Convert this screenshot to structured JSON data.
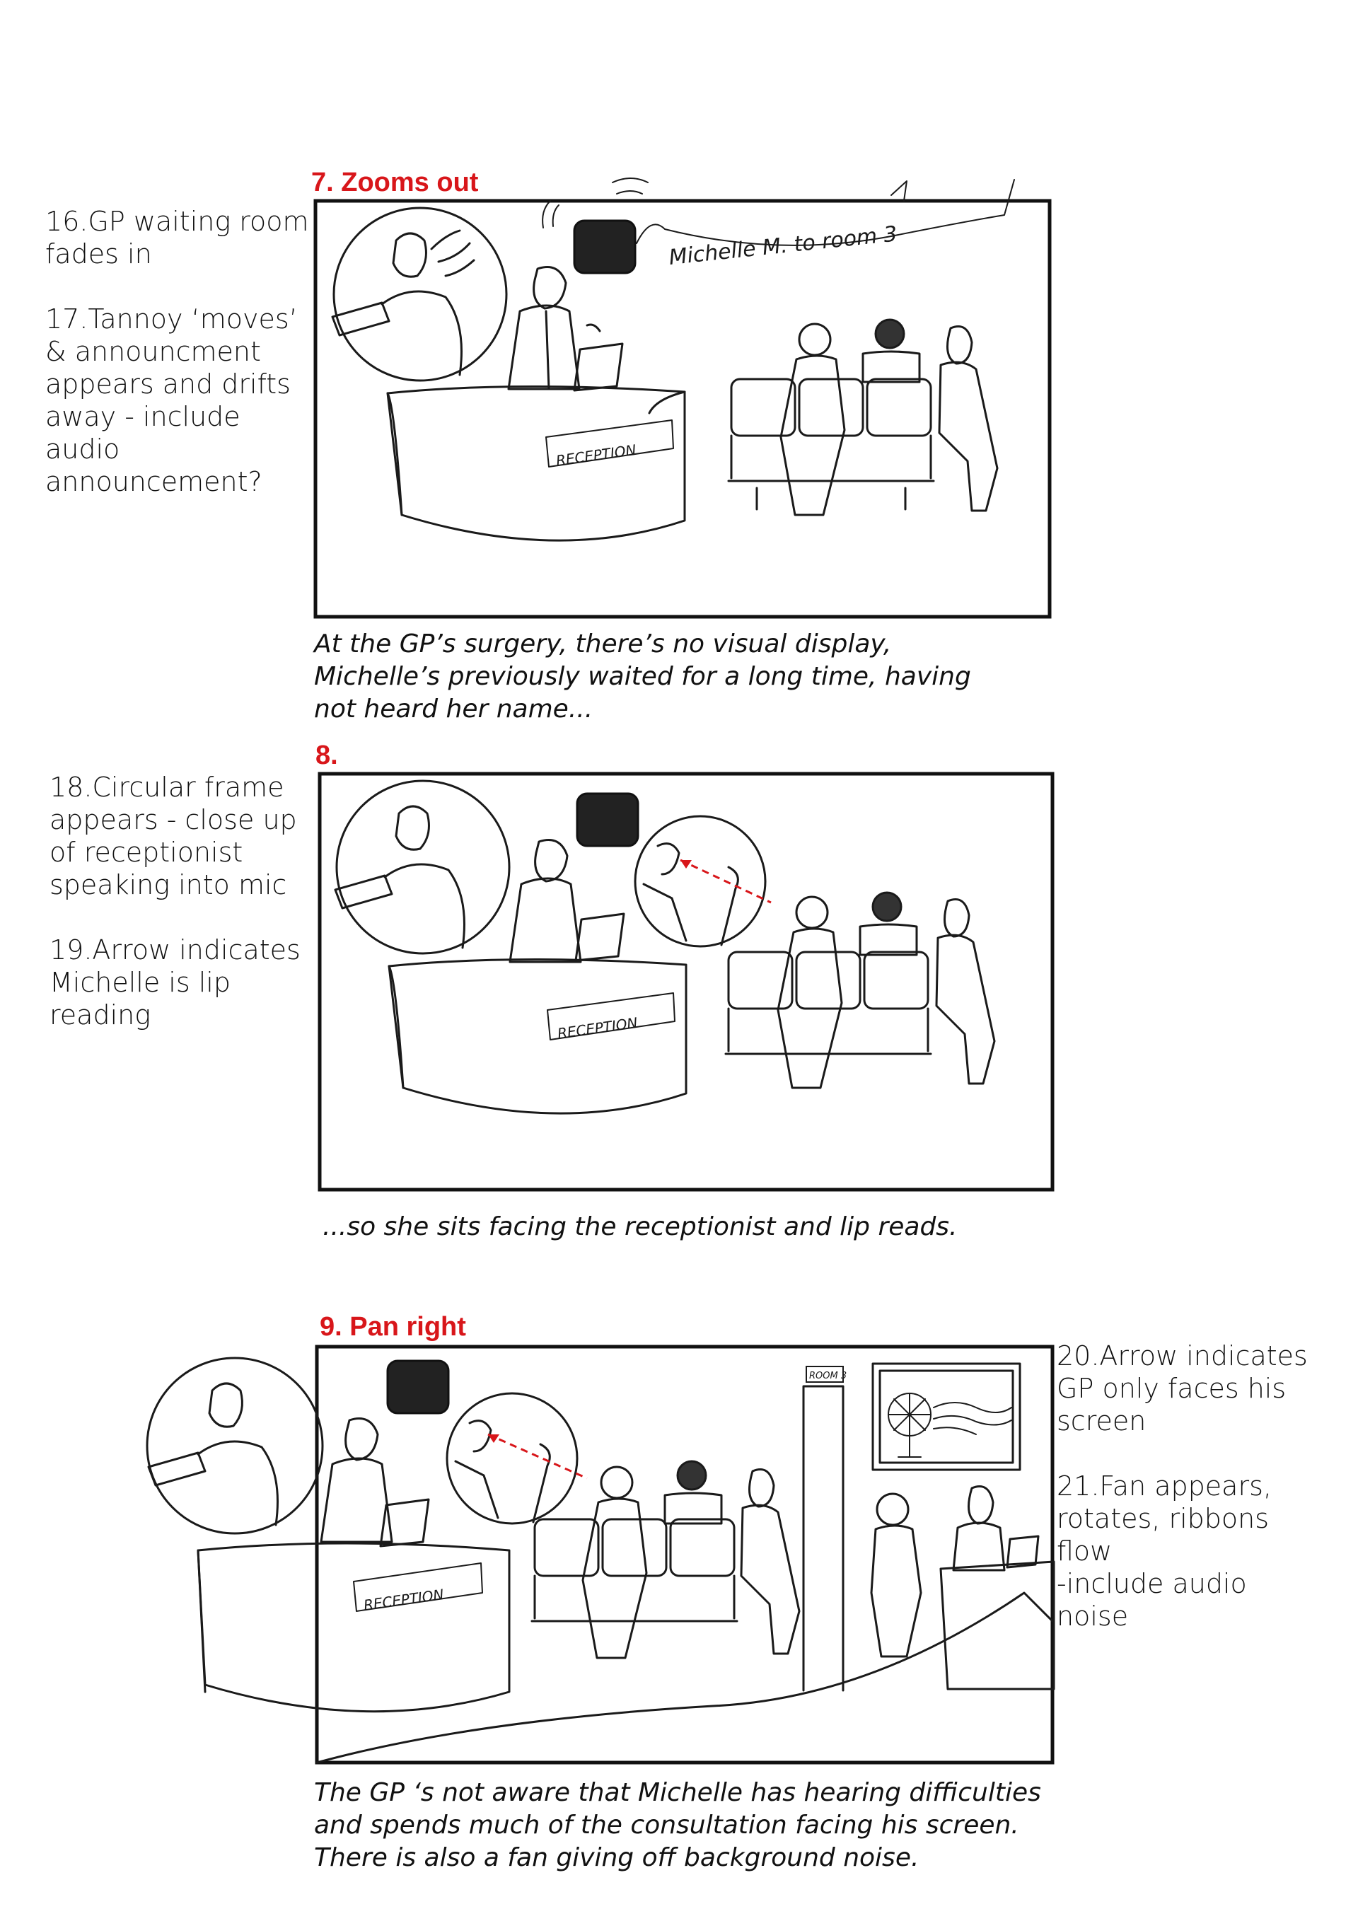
{
  "colors": {
    "accent": "#d8161a",
    "ink": "#1a1a1a",
    "lip_arrow": "#d8161a"
  },
  "panels": [
    {
      "heading": "7. Zooms out",
      "notes": [
        [
          "16.GP waiting room",
          "fades in"
        ],
        [
          "17.Tannoy ‘moves’",
          "& announcment",
          "appears and drifts",
          "away - include",
          "audio",
          "announcement?"
        ]
      ],
      "caption": [
        "At the GP’s surgery, there’s no visual display,",
        "Michelle’s previously waited for a long time, having",
        "not heard her name..."
      ],
      "drawing": {
        "announcement": "Michelle M. to room 3",
        "desk_sign": "RECEPTION"
      }
    },
    {
      "heading": "8.",
      "notes": [
        [
          "18.Circular frame",
          "appears - close up",
          "of receptionist",
          "speaking into mic"
        ],
        [
          "19.Arrow indicates",
          "Michelle is lip",
          "reading"
        ]
      ],
      "caption": [
        "...so she sits facing the receptionist and lip reads."
      ],
      "drawing": {
        "desk_sign": "RECEPTION"
      }
    },
    {
      "heading": "9. Pan right",
      "notes": [
        [
          "20.Arrow indicates",
          "GP only faces his",
          "screen"
        ],
        [
          "21.Fan appears,",
          "rotates, ribbons",
          "flow",
          "-include audio",
          "noise"
        ]
      ],
      "caption": [
        "The GP ‘s not aware that Michelle has hearing difficulties",
        "and spends much of the consultation facing his screen.",
        "There is also a fan giving off background noise."
      ],
      "drawing": {
        "desk_sign": "RECEPTION",
        "door_sign": "ROOM 3"
      }
    }
  ]
}
